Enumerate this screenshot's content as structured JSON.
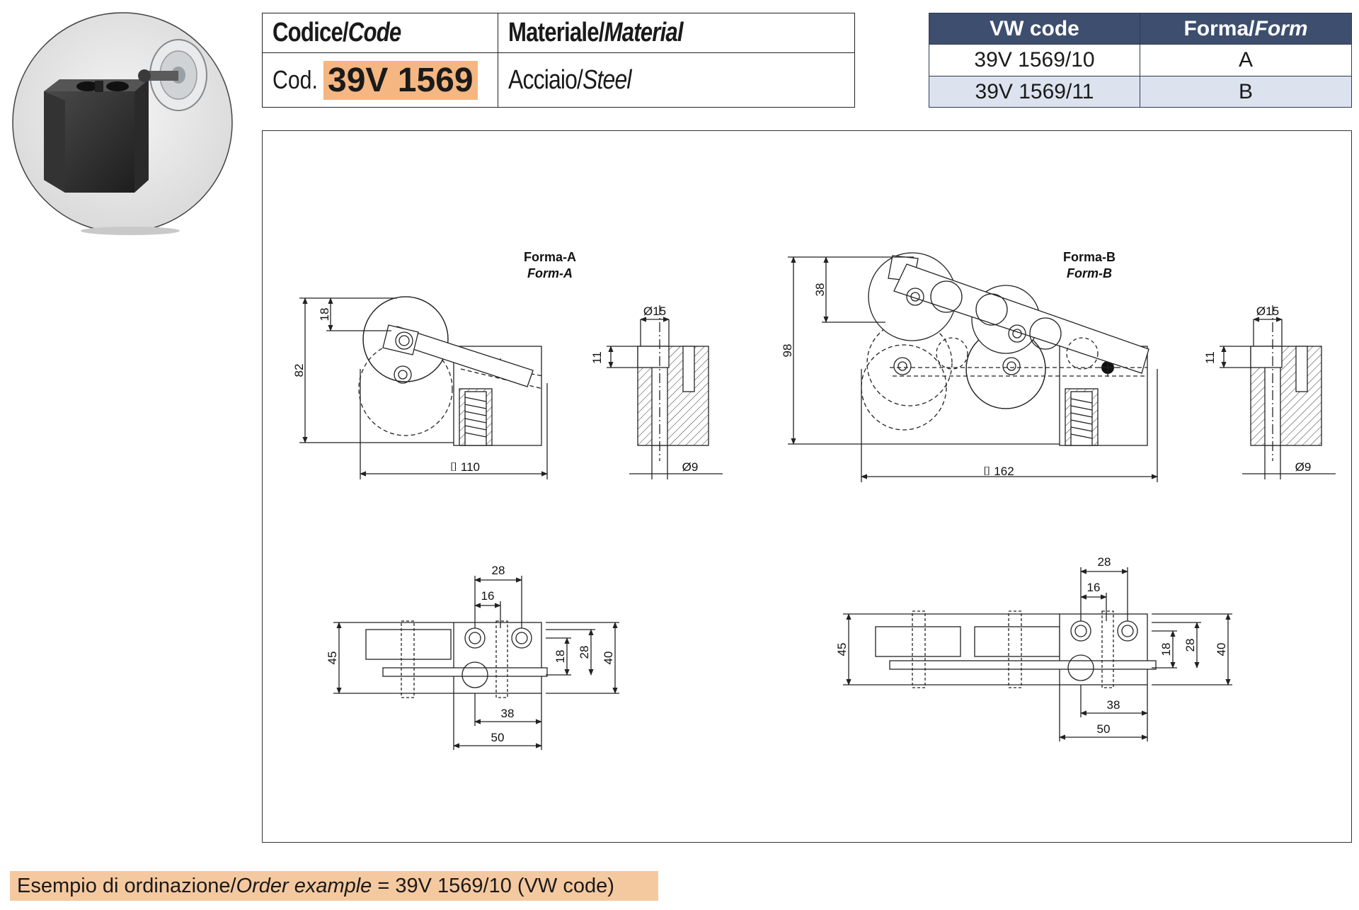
{
  "code_table": {
    "code_header_it": "Codice/",
    "code_header_en": "Code",
    "material_header_it": "Materiale/",
    "material_header_en": "Material",
    "code_prefix": "Cod.",
    "code_value": "39V 1569",
    "material_it": "Acciaio/",
    "material_en": "Steel",
    "highlight_color": "#f5b681"
  },
  "vw_table": {
    "header_vw": "VW code",
    "header_form_it": "Forma/",
    "header_form_en": "Form",
    "rows": [
      {
        "vw_code": "39V 1569/10",
        "form": "A"
      },
      {
        "vw_code": "39V 1569/11",
        "form": "B"
      }
    ],
    "header_color": "#3d4e6e",
    "alt_row_color": "#dde3ee"
  },
  "drawing": {
    "form_a": {
      "title_it": "Forma-A",
      "title_en": "Form-A",
      "dims": {
        "height": "82",
        "top": "18",
        "length": "110",
        "hole_d": "Ø15",
        "hole_depth": "11",
        "pin_d": "Ø9"
      },
      "plan_dims": {
        "d28": "28",
        "d16": "16",
        "h45": "45",
        "h18": "18",
        "h28": "28",
        "h40": "40",
        "w38": "38",
        "w50": "50"
      }
    },
    "form_b": {
      "title_it": "Forma-B",
      "title_en": "Form-B",
      "dims": {
        "height": "98",
        "top": "38",
        "length": "162",
        "hole_d": "Ø15",
        "hole_depth": "11",
        "pin_d": "Ø9"
      },
      "plan_dims": {
        "d28": "28",
        "d16": "16",
        "h45": "45",
        "h18": "18",
        "h28": "28",
        "h40": "40",
        "w38": "38",
        "w50": "50"
      }
    }
  },
  "order_example": {
    "text_it": "Esempio di ordinazione/",
    "text_en": "Order example",
    "text_value": " = 39V 1569/10 (VW code)",
    "bg_color": "#f5c9a0"
  }
}
